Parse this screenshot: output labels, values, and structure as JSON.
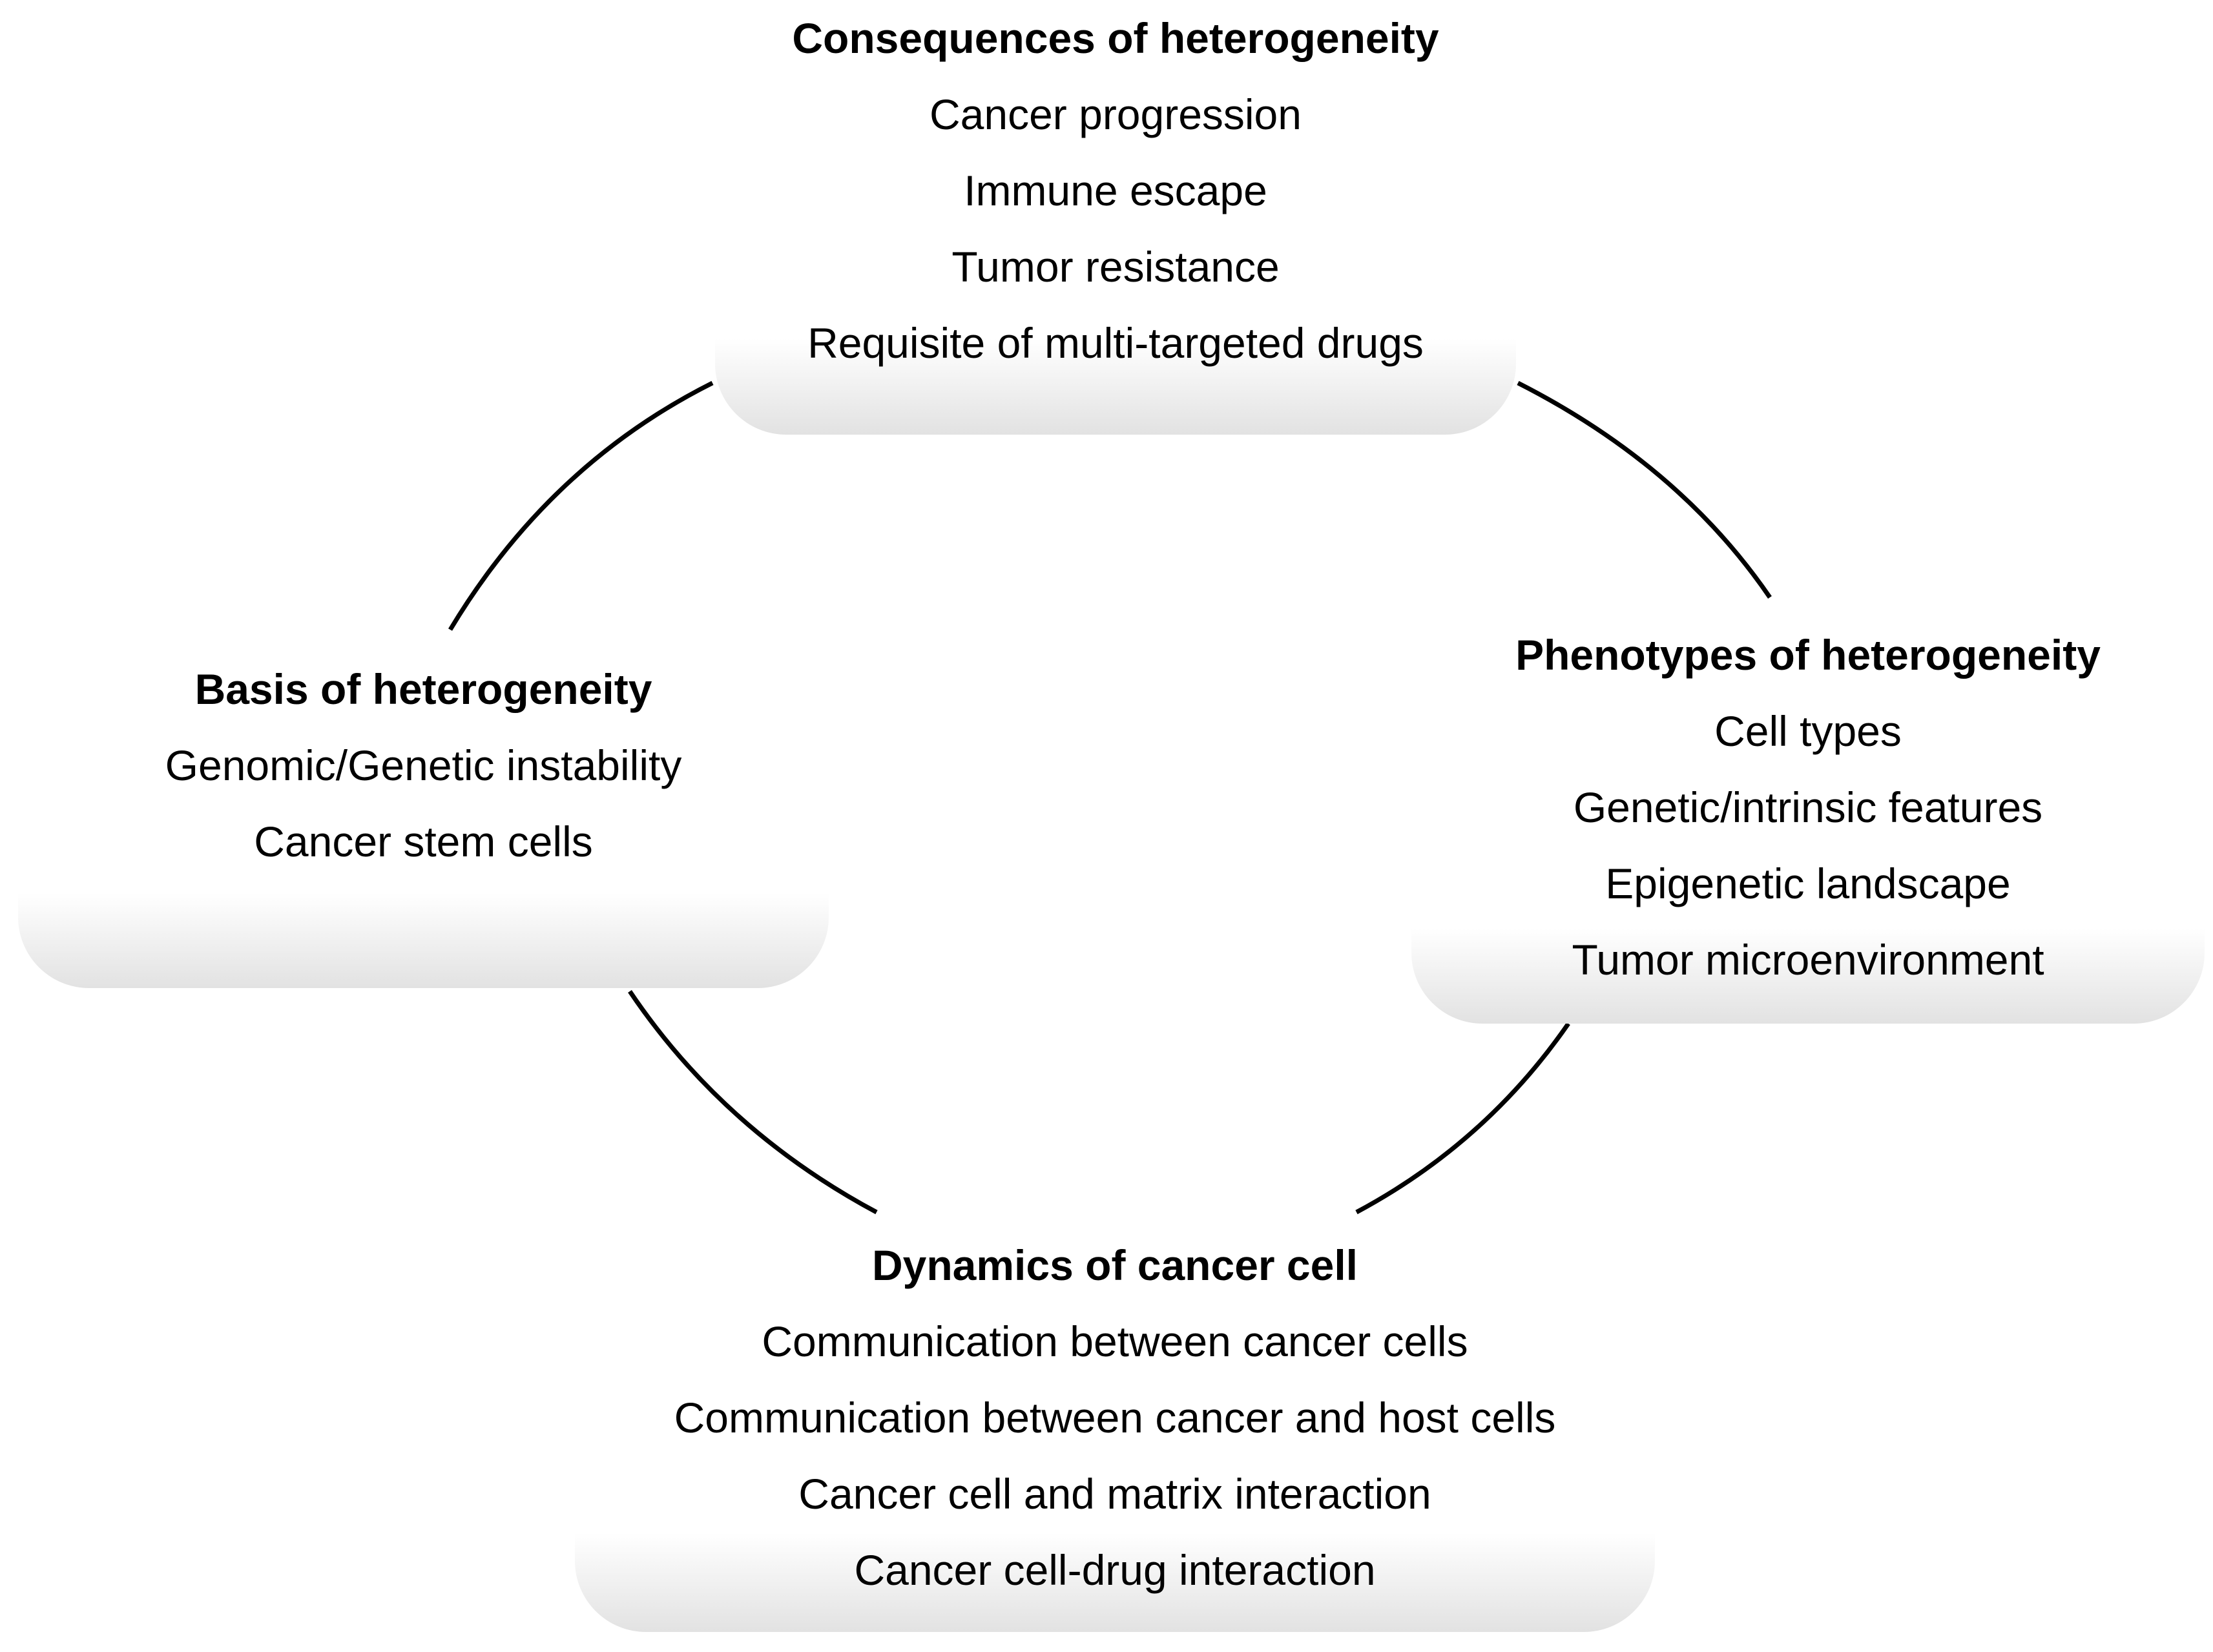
{
  "nodes": {
    "consequences": {
      "title": "Consequences  of heterogeneity",
      "items": [
        "Cancer progression",
        "Immune escape",
        "Tumor resistance",
        "Requisite of multi-targeted drugs"
      ]
    },
    "basis": {
      "title": "Basis of heterogeneity",
      "items": [
        "Genomic/Genetic instability",
        "Cancer stem cells"
      ]
    },
    "phenotypes": {
      "title": "Phenotypes  of heterogeneity",
      "items": [
        "Cell types",
        "Genetic/intrinsic features",
        "Epigenetic landscape",
        "Tumor microenvironment"
      ]
    },
    "dynamics": {
      "title": "Dynamics of cancer cell",
      "items": [
        "Communication between cancer cells",
        "Communication between cancer and host cells",
        "Cancer cell and matrix interaction",
        "Cancer cell-drug interaction"
      ]
    }
  }
}
